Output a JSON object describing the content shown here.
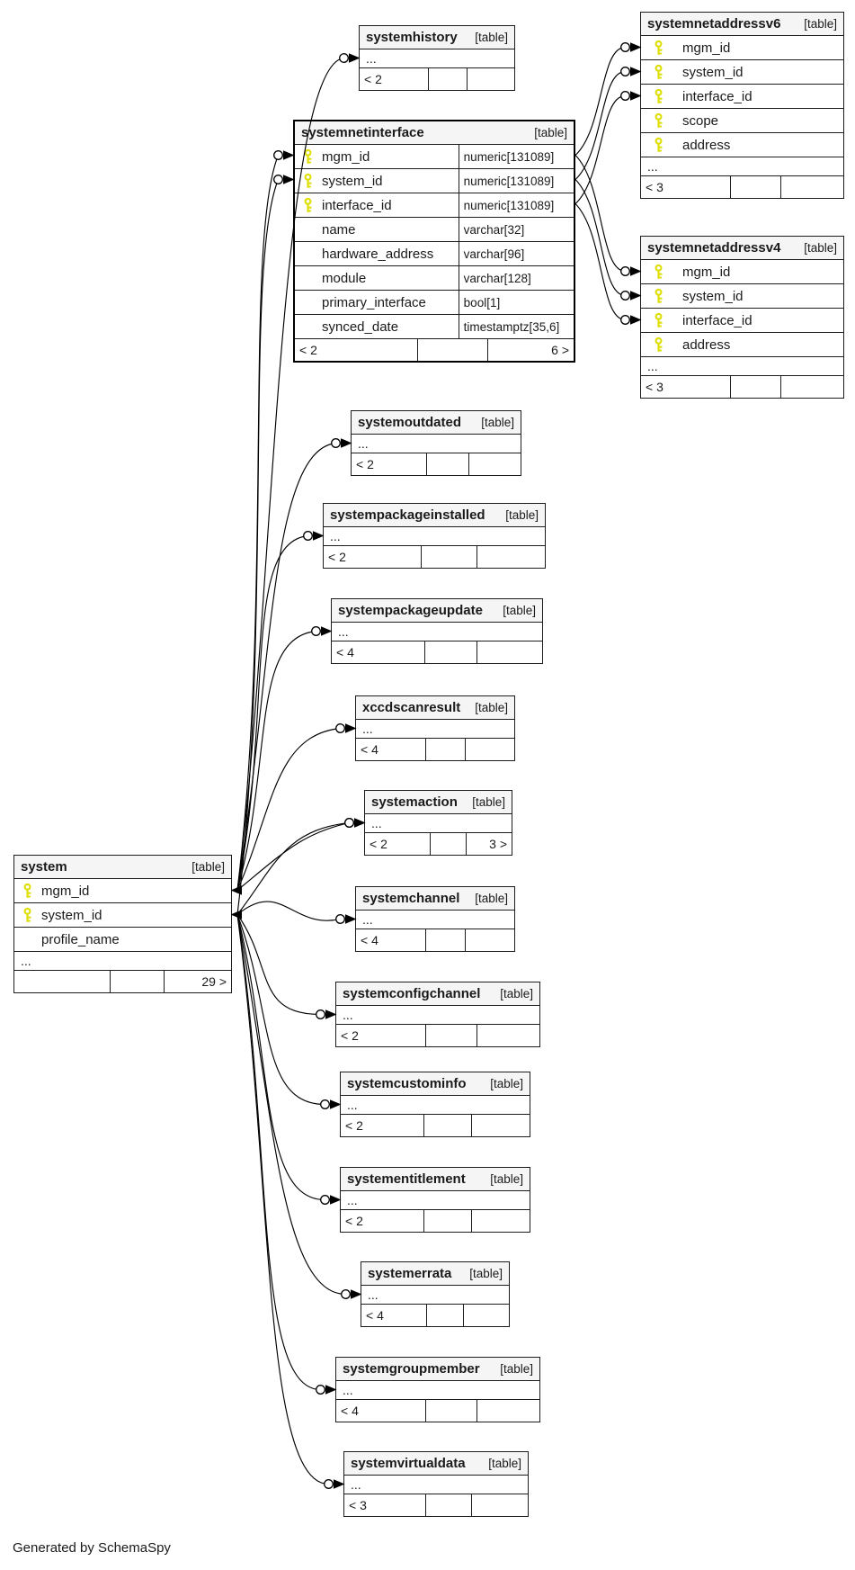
{
  "diagram": {
    "generator_note": "Generated by SchemaSpy",
    "ellipsis_label": "...",
    "colors": {
      "key": "#dede00",
      "header_bg": "#f5f5f5",
      "border": "#1c1c1c",
      "edge": "#000000"
    },
    "tables": [
      {
        "id": "systemhistory",
        "name": "systemhistory",
        "badge": "[table]",
        "emphasized": false,
        "wide_indent": false,
        "columns": [],
        "ellipsis": true,
        "footer": {
          "left": "< 2",
          "mid": "",
          "right": ""
        }
      },
      {
        "id": "systemnetinterface",
        "name": "systemnetinterface",
        "badge": "[table]",
        "emphasized": true,
        "wide_indent": false,
        "columns": [
          {
            "name": "mgm_id",
            "type": "numeric[131089]",
            "key": true
          },
          {
            "name": "system_id",
            "type": "numeric[131089]",
            "key": true
          },
          {
            "name": "interface_id",
            "type": "numeric[131089]",
            "key": true
          },
          {
            "name": "name",
            "type": "varchar[32]",
            "key": false
          },
          {
            "name": "hardware_address",
            "type": "varchar[96]",
            "key": false
          },
          {
            "name": "module",
            "type": "varchar[128]",
            "key": false
          },
          {
            "name": "primary_interface",
            "type": "bool[1]",
            "key": false
          },
          {
            "name": "synced_date",
            "type": "timestamptz[35,6]",
            "key": false
          }
        ],
        "ellipsis": false,
        "footer": {
          "left": "< 2",
          "mid": "",
          "right": "6 >"
        }
      },
      {
        "id": "systemnetaddressv6",
        "name": "systemnetaddressv6",
        "badge": "[table]",
        "emphasized": false,
        "wide_indent": true,
        "columns": [
          {
            "name": "mgm_id",
            "key": true
          },
          {
            "name": "system_id",
            "key": true
          },
          {
            "name": "interface_id",
            "key": true
          },
          {
            "name": "scope",
            "key": true
          },
          {
            "name": "address",
            "key": true
          }
        ],
        "ellipsis": true,
        "footer": {
          "left": "< 3",
          "mid": "",
          "right": ""
        }
      },
      {
        "id": "systemnetaddressv4",
        "name": "systemnetaddressv4",
        "badge": "[table]",
        "emphasized": false,
        "wide_indent": true,
        "columns": [
          {
            "name": "mgm_id",
            "key": true
          },
          {
            "name": "system_id",
            "key": true
          },
          {
            "name": "interface_id",
            "key": true
          },
          {
            "name": "address",
            "key": true
          }
        ],
        "ellipsis": true,
        "footer": {
          "left": "< 3",
          "mid": "",
          "right": ""
        }
      },
      {
        "id": "systemoutdated",
        "name": "systemoutdated",
        "badge": "[table]",
        "emphasized": false,
        "wide_indent": false,
        "columns": [],
        "ellipsis": true,
        "footer": {
          "left": "< 2",
          "mid": "",
          "right": ""
        }
      },
      {
        "id": "systempackageinstalled",
        "name": "systempackageinstalled",
        "badge": "[table]",
        "emphasized": false,
        "wide_indent": false,
        "columns": [],
        "ellipsis": true,
        "footer": {
          "left": "< 2",
          "mid": "",
          "right": ""
        }
      },
      {
        "id": "systempackageupdate",
        "name": "systempackageupdate",
        "badge": "[table]",
        "emphasized": false,
        "wide_indent": false,
        "columns": [],
        "ellipsis": true,
        "footer": {
          "left": "< 4",
          "mid": "",
          "right": ""
        }
      },
      {
        "id": "xccdscanresult",
        "name": "xccdscanresult",
        "badge": "[table]",
        "emphasized": false,
        "wide_indent": false,
        "columns": [],
        "ellipsis": true,
        "footer": {
          "left": "< 4",
          "mid": "",
          "right": ""
        }
      },
      {
        "id": "systemaction",
        "name": "systemaction",
        "badge": "[table]",
        "emphasized": false,
        "wide_indent": false,
        "columns": [],
        "ellipsis": true,
        "footer": {
          "left": "< 2",
          "mid": "",
          "right": "3 >"
        }
      },
      {
        "id": "systemchannel",
        "name": "systemchannel",
        "badge": "[table]",
        "emphasized": false,
        "wide_indent": false,
        "columns": [],
        "ellipsis": true,
        "footer": {
          "left": "< 4",
          "mid": "",
          "right": ""
        }
      },
      {
        "id": "systemconfigchannel",
        "name": "systemconfigchannel",
        "badge": "[table]",
        "emphasized": false,
        "wide_indent": false,
        "columns": [],
        "ellipsis": true,
        "footer": {
          "left": "< 2",
          "mid": "",
          "right": ""
        }
      },
      {
        "id": "systemcustominfo",
        "name": "systemcustominfo",
        "badge": "[table]",
        "emphasized": false,
        "wide_indent": false,
        "columns": [],
        "ellipsis": true,
        "footer": {
          "left": "< 2",
          "mid": "",
          "right": ""
        }
      },
      {
        "id": "systementitlement",
        "name": "systementitlement",
        "badge": "[table]",
        "emphasized": false,
        "wide_indent": false,
        "columns": [],
        "ellipsis": true,
        "footer": {
          "left": "< 2",
          "mid": "",
          "right": ""
        }
      },
      {
        "id": "systemerrata",
        "name": "systemerrata",
        "badge": "[table]",
        "emphasized": false,
        "wide_indent": false,
        "columns": [],
        "ellipsis": true,
        "footer": {
          "left": "< 4",
          "mid": "",
          "right": ""
        }
      },
      {
        "id": "systemgroupmember",
        "name": "systemgroupmember",
        "badge": "[table]",
        "emphasized": false,
        "wide_indent": false,
        "columns": [],
        "ellipsis": true,
        "footer": {
          "left": "< 4",
          "mid": "",
          "right": ""
        }
      },
      {
        "id": "systemvirtualdata",
        "name": "systemvirtualdata",
        "badge": "[table]",
        "emphasized": false,
        "wide_indent": false,
        "columns": [],
        "ellipsis": true,
        "footer": {
          "left": "< 3",
          "mid": "",
          "right": ""
        }
      },
      {
        "id": "system",
        "name": "system",
        "badge": "[table]",
        "emphasized": false,
        "wide_indent": false,
        "columns": [
          {
            "name": "mgm_id",
            "key": true
          },
          {
            "name": "system_id",
            "key": true
          },
          {
            "name": "profile_name",
            "key": false
          }
        ],
        "ellipsis": true,
        "footer": {
          "left": "",
          "mid": "",
          "right": "29 >"
        }
      }
    ],
    "relationships": [
      {
        "from": "system",
        "to": "systemhistory"
      },
      {
        "from": "system",
        "to": "systemnetinterface",
        "column": "mgm_id"
      },
      {
        "from": "system",
        "to": "systemnetinterface",
        "column": "system_id"
      },
      {
        "from": "systemnetinterface",
        "to": "systemnetaddressv6",
        "column": "mgm_id"
      },
      {
        "from": "systemnetinterface",
        "to": "systemnetaddressv6",
        "column": "system_id"
      },
      {
        "from": "systemnetinterface",
        "to": "systemnetaddressv6",
        "column": "interface_id"
      },
      {
        "from": "systemnetinterface",
        "to": "systemnetaddressv4",
        "column": "mgm_id"
      },
      {
        "from": "systemnetinterface",
        "to": "systemnetaddressv4",
        "column": "system_id"
      },
      {
        "from": "systemnetinterface",
        "to": "systemnetaddressv4",
        "column": "interface_id"
      },
      {
        "from": "system",
        "to": "systemoutdated"
      },
      {
        "from": "system",
        "to": "systempackageinstalled"
      },
      {
        "from": "system",
        "to": "systempackageupdate"
      },
      {
        "from": "system",
        "to": "xccdscanresult"
      },
      {
        "from": "system",
        "to": "systemaction"
      },
      {
        "from": "system",
        "to": "systemaction"
      },
      {
        "from": "system",
        "to": "systemchannel"
      },
      {
        "from": "system",
        "to": "systemconfigchannel"
      },
      {
        "from": "system",
        "to": "systemcustominfo"
      },
      {
        "from": "system",
        "to": "systementitlement"
      },
      {
        "from": "system",
        "to": "systemerrata"
      },
      {
        "from": "system",
        "to": "systemgroupmember"
      },
      {
        "from": "system",
        "to": "systemvirtualdata"
      }
    ]
  }
}
